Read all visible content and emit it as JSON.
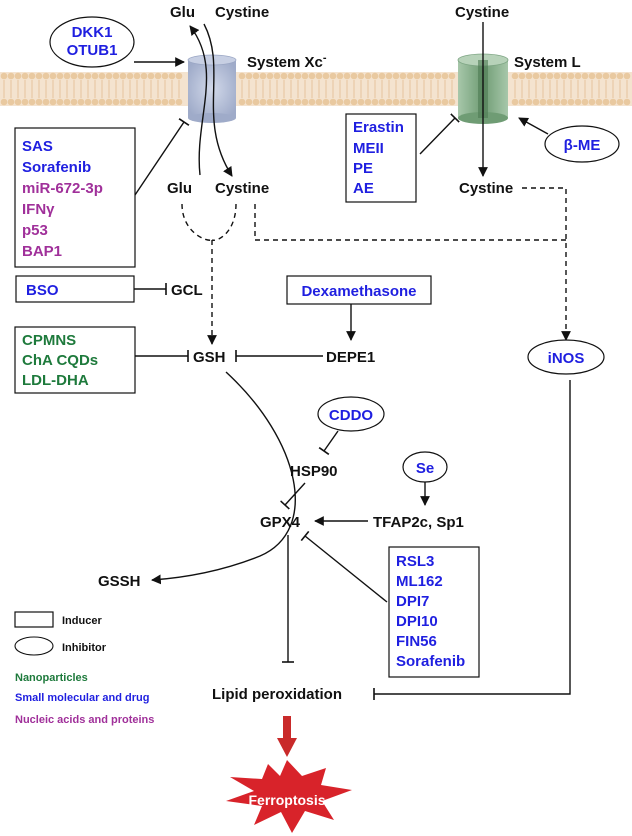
{
  "top": {
    "glu": "Glu",
    "cystine_xc": "Cystine",
    "system_xc": "System Xc",
    "system_xc_sup": "-",
    "cystine_l": "Cystine",
    "system_l": "System L"
  },
  "inhibitors_top_left": [
    "DKK1",
    "OTUB1"
  ],
  "inhibitor_bme": "β-ME",
  "inducers_xc": [
    {
      "label": "SAS",
      "class": "blue"
    },
    {
      "label": "Sorafenib",
      "class": "blue"
    },
    {
      "label": "miR-672-3p",
      "class": "pur"
    },
    {
      "label": "IFNγ",
      "class": "pur"
    },
    {
      "label": "p53",
      "class": "pur"
    },
    {
      "label": "BAP1",
      "class": "pur"
    }
  ],
  "inducers_l": [
    "Erastin",
    "MEII",
    "PE",
    "AE"
  ],
  "inner": {
    "glu": "Glu",
    "cystine_xc": "Cystine",
    "cystine_l": "Cystine"
  },
  "bso": "BSO",
  "gcl": "GCL",
  "dexamethasone": "Dexamethasone",
  "nanoparticles": [
    "CPMNS",
    "ChA CQDs",
    "LDL-DHA"
  ],
  "gsh": "GSH",
  "depe1": "DEPE1",
  "inos": "iNOS",
  "cddo": "CDDO",
  "hsp90": "HSP90",
  "se": "Se",
  "gpx4": "GPX4",
  "tfap": "TFAP2c, Sp1",
  "gssh": "GSSH",
  "gpx4_inhibitors": [
    "RSL3",
    "ML162",
    "DPI7",
    "DPI10",
    "FIN56",
    "Sorafenib"
  ],
  "lipid": "Lipid peroxidation",
  "ferroptosis": "Ferroptosis",
  "legend": {
    "inducer": "Inducer",
    "inhibitor": "Inhibitor",
    "nanoparticles": "Nanoparticles",
    "small_molecular": "Small molecular and drug",
    "nucleic": "Nucleic acids and proteins"
  },
  "colors": {
    "blue": "#1f1fe0",
    "green": "#1e7a3c",
    "purple": "#a0309a",
    "membrane": "#e9c9a0",
    "xc_channel": "#b8c3dc",
    "l_channel": "#8fb593",
    "arrow_red": "#c92a2a",
    "burst_red": "#d8232a"
  }
}
